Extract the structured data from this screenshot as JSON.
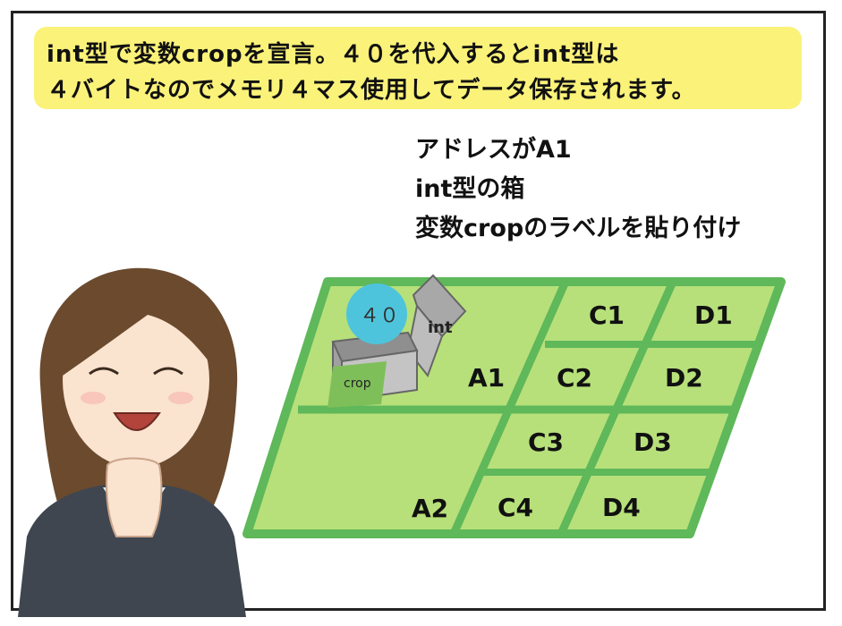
{
  "caption": {
    "line1": "int型で変数cropを宣言。４０を代入するとint型は",
    "line2": "４バイトなのでメモリ４マス使用してデータ保存されます。"
  },
  "notes": [
    "アドレスがA1",
    "int型の箱",
    "変数cropのラベルを貼り付け"
  ],
  "memory": {
    "cells": [
      "A1",
      "A2",
      "C1",
      "C2",
      "C3",
      "C4",
      "D1",
      "D2",
      "D3",
      "D4"
    ]
  },
  "box": {
    "value": "４０",
    "type_label": "int",
    "var_label": "crop"
  },
  "colors": {
    "caption_bg": "#fbf27a",
    "grid_fill": "#b7e07a",
    "grid_line": "#5fb85a",
    "value_circle": "#4ec4dc",
    "label_green": "#7fbf5a"
  }
}
